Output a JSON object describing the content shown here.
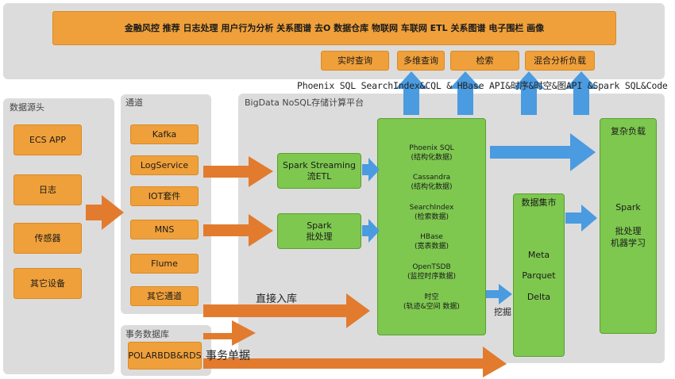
{
  "top": {
    "scenarios": "金融风控  推荐 日志处理 用户行为分析  关系图谱 去O 数据仓库 物联网 车联网 ETL 关系图谱 电子围栏 画像",
    "query_types": [
      "实时查询",
      "多维查询",
      "检索",
      "混合分析负载"
    ],
    "api_line": "Phoenix SQL SearchIndex&CQL & HBase API&时序&时空&图API &Spark SQL&Code"
  },
  "sources": {
    "title": "数据源头",
    "items": [
      "ECS APP",
      "日志",
      "传感器",
      "其它设备"
    ]
  },
  "channels": {
    "title": "通道",
    "items": [
      "Kafka",
      "LogService",
      "IOT套件",
      "MNS",
      "Flume",
      "其它通道"
    ]
  },
  "transactional": {
    "title": "事务数据库",
    "item": "POLARBDB&RDS",
    "arrow_label": "事务单据"
  },
  "platform": {
    "title": "BigData NoSQL存储计算平台",
    "spark_streaming": "Spark Streaming\n流ETL",
    "spark_batch": "Spark\n批处理",
    "direct_label": "直接入库",
    "stores": [
      "Phoenix SQL\n(结构化数据)",
      "Cassandra\n(结构化数据)",
      "SearchIndex\n(检索数据)",
      "HBase\n(宽表数据)",
      "OpenTSDB\n(监控时序数据)",
      "时空\n(轨迹&空间 数据)"
    ],
    "mart": {
      "title": "数据集市",
      "items": [
        "Meta",
        "Parquet",
        "Delta"
      ]
    },
    "mine_label": "挖掘",
    "complex": {
      "title": "复杂负载",
      "items": [
        "Spark",
        "批处理\n机器学习"
      ]
    }
  },
  "colors": {
    "orange": "#f0a03a",
    "green": "#7ec850",
    "panel": "#dcdcdc",
    "arrow_orange": "#e27b2e",
    "arrow_blue": "#4a9be0"
  }
}
